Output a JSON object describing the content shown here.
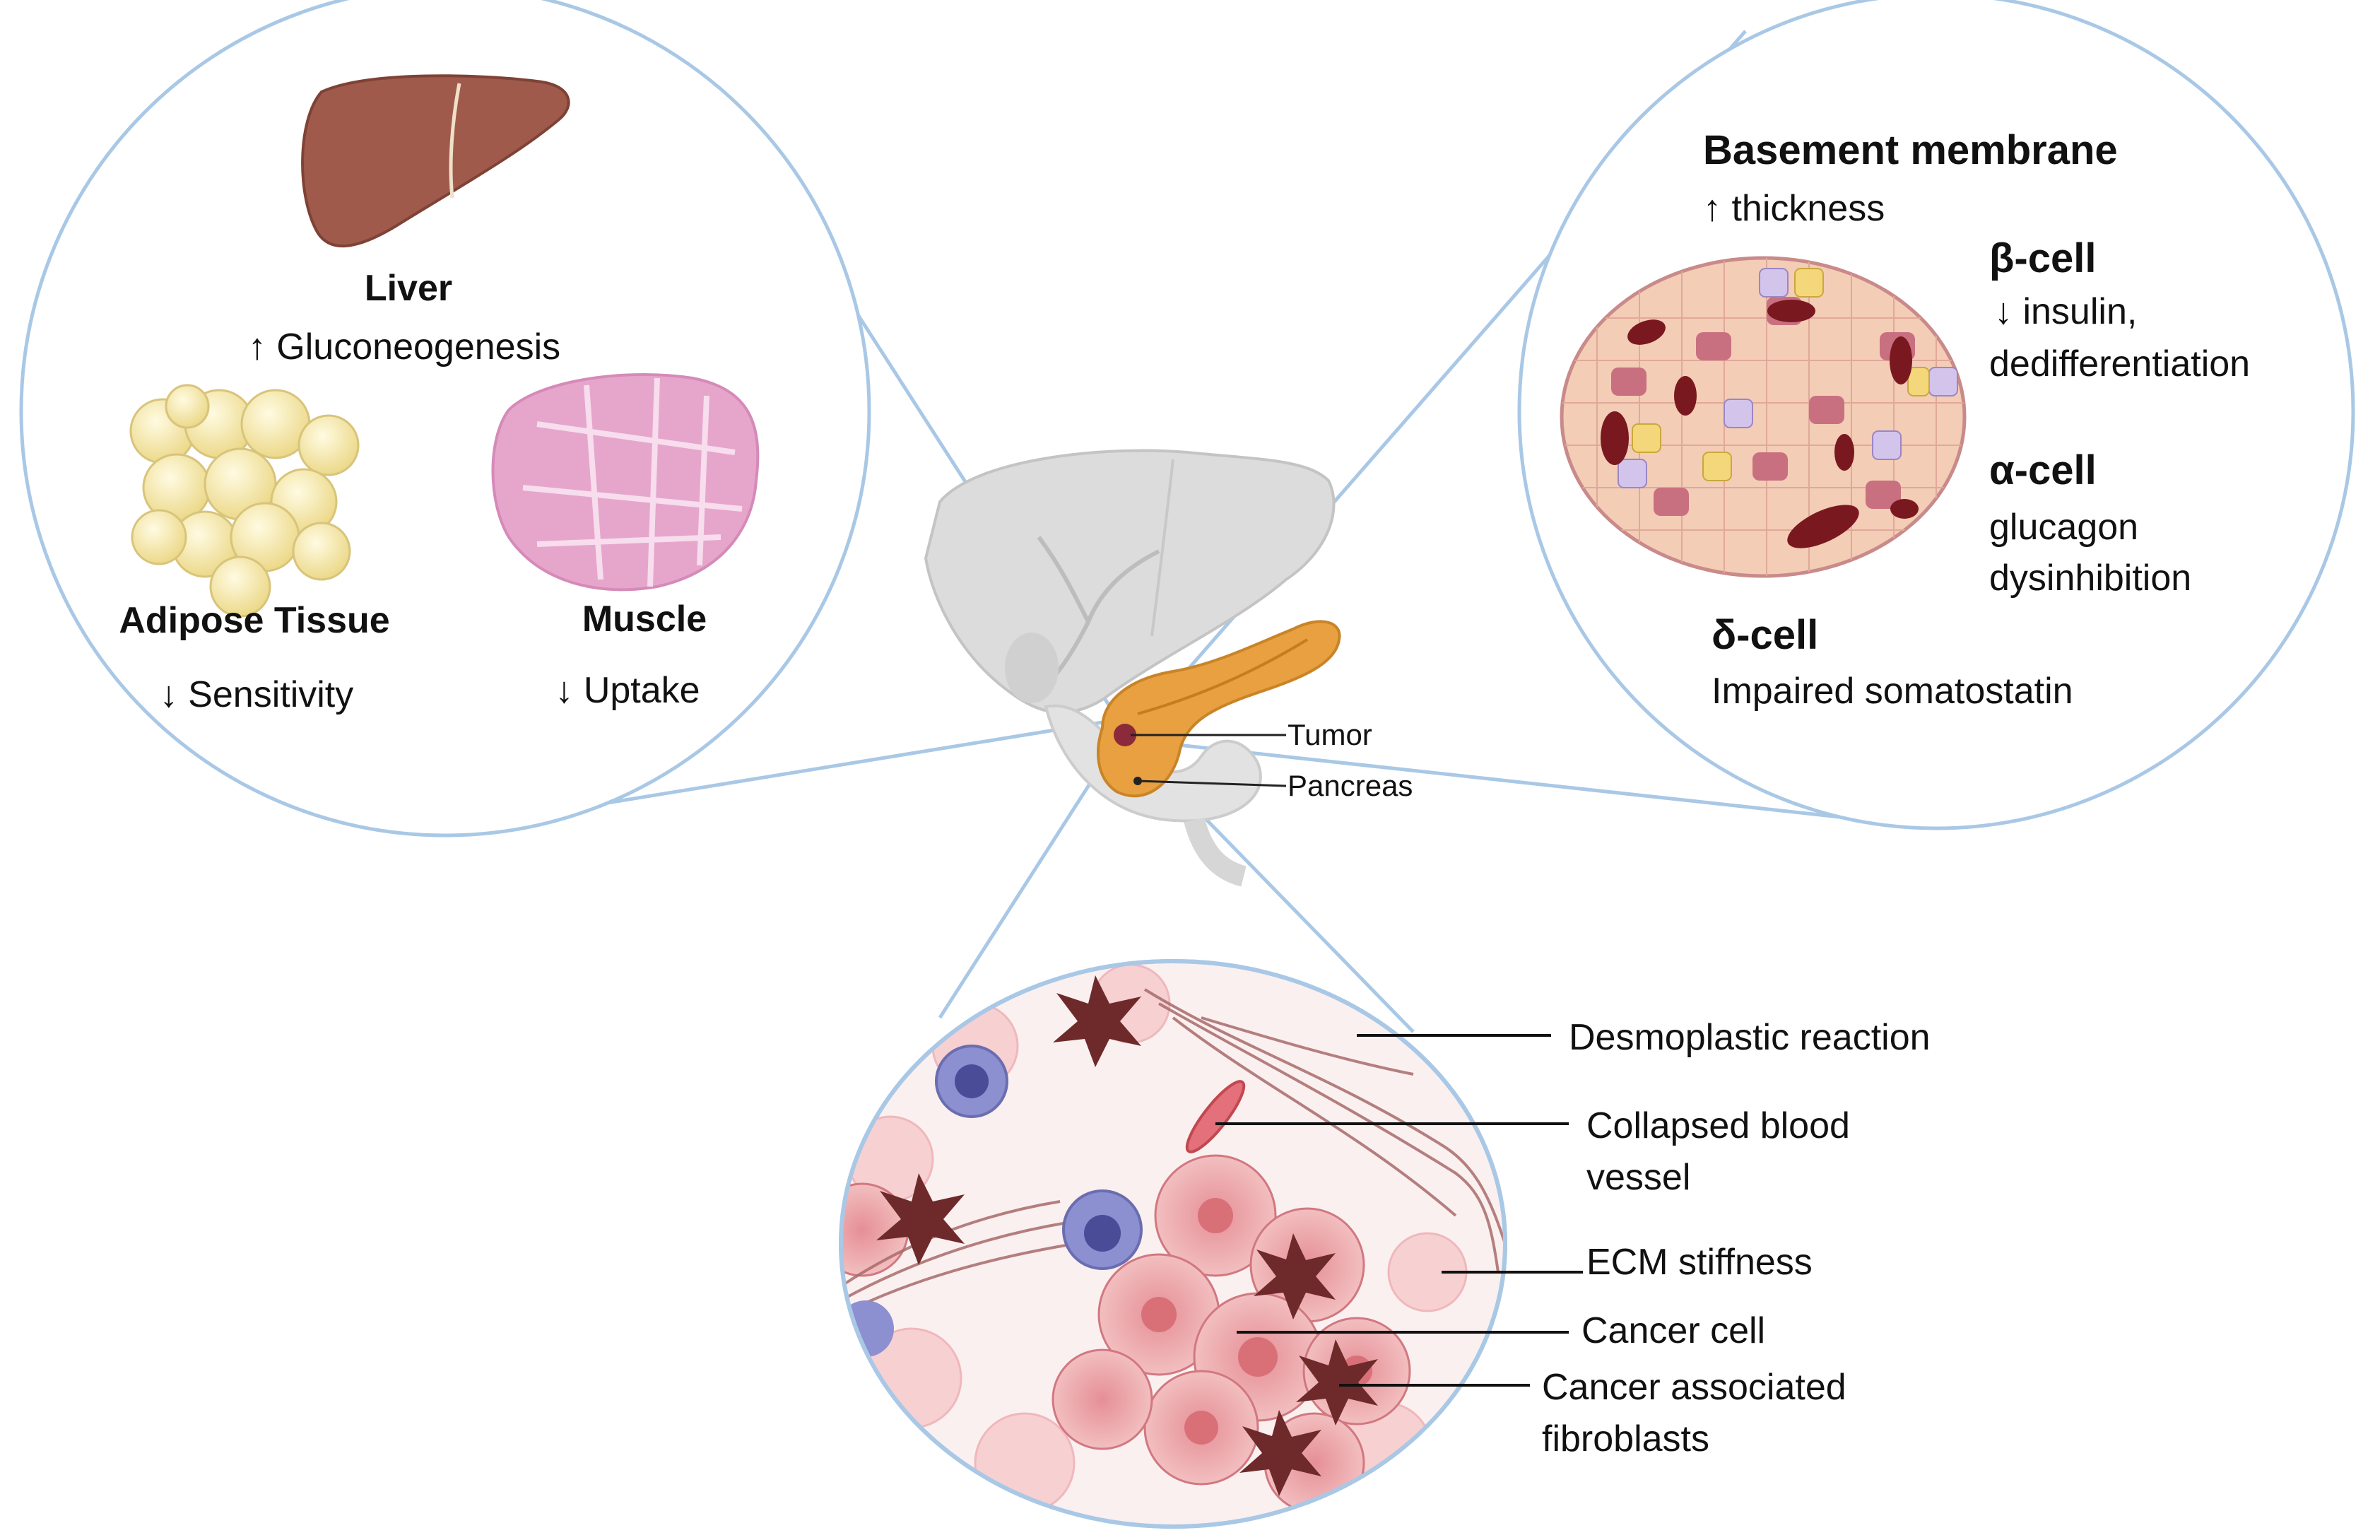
{
  "left_panel": {
    "liver_title": "Liver",
    "liver_effect": "↑ Gluconeogenesis",
    "adipose_title": "Adipose Tissue",
    "adipose_effect": "↓ Sensitivity",
    "muscle_title": "Muscle",
    "muscle_effect": "↓ Uptake"
  },
  "right_panel": {
    "basement_title": "Basement membrane",
    "basement_effect": "↑ thickness",
    "beta_title": "β-cell",
    "beta_effect_1": "↓ insulin,",
    "beta_effect_2": "dedifferentiation",
    "alpha_title": "α-cell",
    "alpha_effect_1": "glucagon",
    "alpha_effect_2": "dysinhibition",
    "delta_title": "δ-cell",
    "delta_effect": "Impaired somatostatin"
  },
  "center": {
    "tumor_label": "Tumor",
    "pancreas_label": "Pancreas"
  },
  "bottom_panel": {
    "desmoplastic": "Desmoplastic reaction",
    "collapsed_1": "Collapsed blood",
    "collapsed_2": "vessel",
    "ecm": "ECM stiffness",
    "cancer_cell": "Cancer cell",
    "caf_1": "Cancer associated",
    "caf_2": "fibroblasts"
  },
  "colors": {
    "circle_stroke": "#a9c8e6",
    "liver": "#a05a4c",
    "pancreas": "#e8a040",
    "fat": "#f5e7a6",
    "muscle": "#e6a6cc",
    "islet": "#f3cdb6",
    "cancer": "#eaa0a4",
    "caf": "#6e2a2a",
    "immune": "#7f83c4"
  }
}
